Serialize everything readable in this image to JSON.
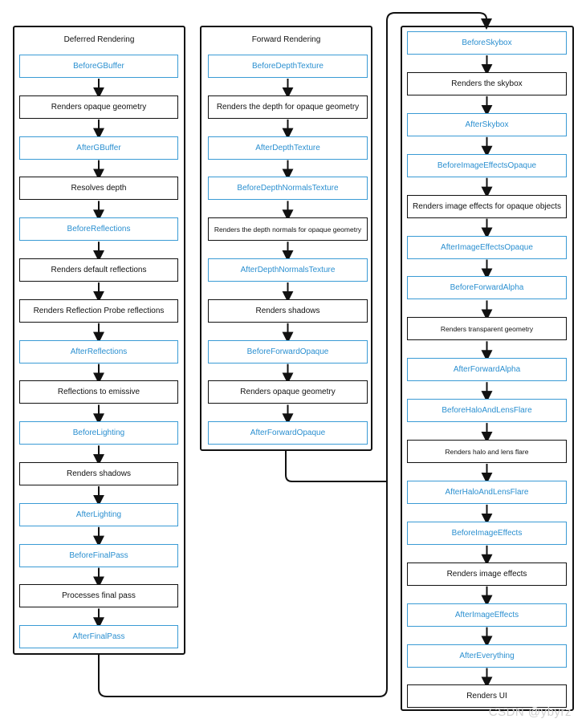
{
  "deferred": {
    "title": "Deferred Rendering",
    "items": [
      {
        "label": "BeforeGBuffer",
        "kind": "event"
      },
      {
        "label": "Renders opaque geometry",
        "kind": "step"
      },
      {
        "label": "AfterGBuffer",
        "kind": "event"
      },
      {
        "label": "Resolves depth",
        "kind": "step"
      },
      {
        "label": "BeforeReflections",
        "kind": "event"
      },
      {
        "label": "Renders default reflections",
        "kind": "step"
      },
      {
        "label": "Renders Reflection Probe reflections",
        "kind": "step"
      },
      {
        "label": "AfterReflections",
        "kind": "event"
      },
      {
        "label": "Reflections to emissive",
        "kind": "step"
      },
      {
        "label": "BeforeLighting",
        "kind": "event"
      },
      {
        "label": "Renders shadows",
        "kind": "step"
      },
      {
        "label": "AfterLighting",
        "kind": "event"
      },
      {
        "label": "BeforeFinalPass",
        "kind": "event"
      },
      {
        "label": "Processes final pass",
        "kind": "step"
      },
      {
        "label": "AfterFinalPass",
        "kind": "event"
      }
    ]
  },
  "forward": {
    "title": "Forward Rendering",
    "items": [
      {
        "label": "BeforeDepthTexture",
        "kind": "event"
      },
      {
        "label": "Renders the depth for opaque geometry",
        "kind": "step"
      },
      {
        "label": "AfterDepthTexture",
        "kind": "event"
      },
      {
        "label": "BeforeDepthNormalsTexture",
        "kind": "event"
      },
      {
        "label": "Renders the depth normals for opaque geometry",
        "kind": "step",
        "small": true
      },
      {
        "label": "AfterDepthNormalsTexture",
        "kind": "event"
      },
      {
        "label": "Renders shadows",
        "kind": "step"
      },
      {
        "label": "BeforeForwardOpaque",
        "kind": "event"
      },
      {
        "label": "Renders opaque geometry",
        "kind": "step"
      },
      {
        "label": "AfterForwardOpaque",
        "kind": "event"
      }
    ]
  },
  "common": {
    "items": [
      {
        "label": "BeforeSkybox",
        "kind": "event"
      },
      {
        "label": "Renders the skybox",
        "kind": "step"
      },
      {
        "label": "AfterSkybox",
        "kind": "event"
      },
      {
        "label": "BeforeImageEffectsOpaque",
        "kind": "event"
      },
      {
        "label": "Renders image effects for opaque objects",
        "kind": "step"
      },
      {
        "label": "AfterImageEffectsOpaque",
        "kind": "event"
      },
      {
        "label": "BeforeForwardAlpha",
        "kind": "event"
      },
      {
        "label": "Renders transparent geometry",
        "kind": "step",
        "small": true
      },
      {
        "label": "AfterForwardAlpha",
        "kind": "event"
      },
      {
        "label": "BeforeHaloAndLensFlare",
        "kind": "event"
      },
      {
        "label": "Renders halo and lens flare",
        "kind": "step",
        "small": true
      },
      {
        "label": "AfterHaloAndLensFlare",
        "kind": "event"
      },
      {
        "label": "BeforeImageEffects",
        "kind": "event"
      },
      {
        "label": "Renders image effects",
        "kind": "step"
      },
      {
        "label": "AfterImageEffects",
        "kind": "event"
      },
      {
        "label": "AfterEverything",
        "kind": "event"
      },
      {
        "label": "Renders UI",
        "kind": "step"
      }
    ]
  },
  "watermark": "CSDN @ybyrz"
}
